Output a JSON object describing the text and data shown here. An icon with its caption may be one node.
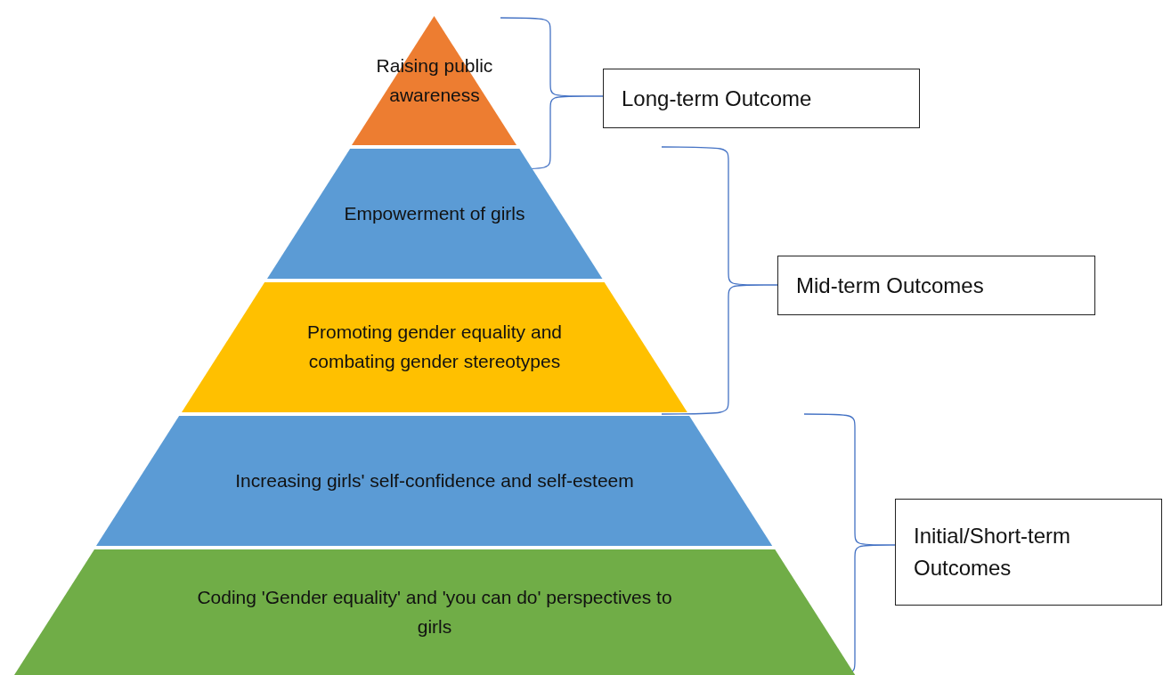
{
  "diagram": {
    "nodes": [
      {
        "text": [
          "Raising public awareness"
        ]
      },
      {
        "text": [
          "Empowerment of girls"
        ]
      },
      {
        "text": [
          "Promoting gender equality and combating gender stereotypes"
        ]
      },
      {
        "text": [
          "Increasing girls' self-confidence and self-esteem"
        ]
      },
      {
        "text": [
          "Coding 'Gender equality' and 'you can do' perspectives to girls"
        ]
      },
      {
        "text": [
          "Long-term Outcome"
        ]
      },
      {
        "text": [
          "Mid-term Outcomes"
        ]
      },
      {
        "text": [
          "Initial/Short-term Outcomes"
        ]
      }
    ]
  }
}
